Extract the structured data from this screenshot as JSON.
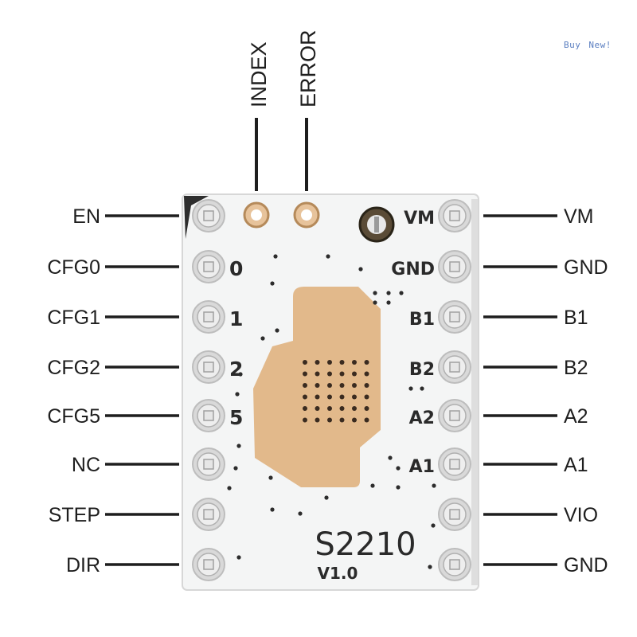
{
  "corner_tag": {
    "buy": "Buy",
    "new": "New!"
  },
  "top_labels": [
    {
      "text": "INDEX"
    },
    {
      "text": "ERROR"
    }
  ],
  "left_labels": [
    "EN",
    "CFG0",
    "CFG1",
    "CFG2",
    "CFG5",
    "NC",
    "STEP",
    "DIR"
  ],
  "right_labels": [
    "VM",
    "GND",
    "B1",
    "B2",
    "A2",
    "A1",
    "VIO",
    "GND"
  ],
  "board": {
    "model": "S2210",
    "version": "V1.0",
    "left_silk": [
      "",
      "0",
      "1",
      "2",
      "5",
      "",
      "",
      ""
    ],
    "right_silk": [
      "VM",
      "GND",
      "B1",
      "B2",
      "A2",
      "A1",
      "",
      ""
    ],
    "colors": {
      "pcb": "#f4f5f5",
      "copper_pad": "#e2b98b",
      "pin_ring": "#c9c9c9",
      "line": "#1e1e1e"
    }
  }
}
